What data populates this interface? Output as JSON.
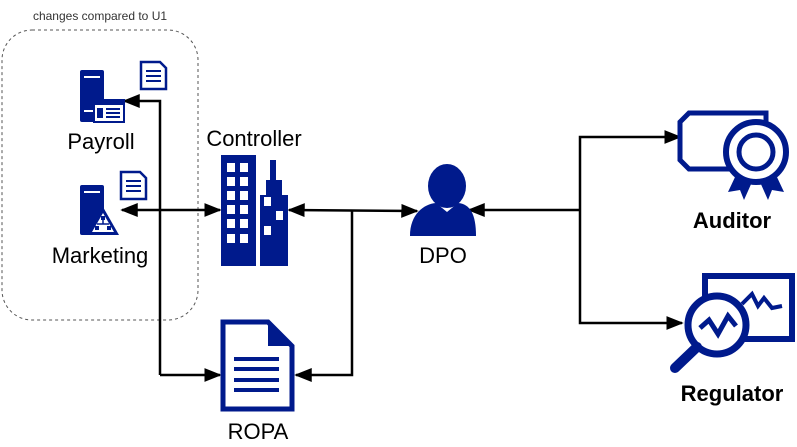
{
  "group_note": "changes compared to U1",
  "labels": {
    "payroll": "Payroll",
    "marketing": "Marketing",
    "controller": "Controller",
    "ropa": "ROPA",
    "dpo": "DPO",
    "auditor": "Auditor",
    "regulator": "Regulator"
  },
  "icons": {
    "payroll": "server-icon",
    "marketing": "server-icon",
    "controller": "building-icon",
    "ropa": "document-icon",
    "dpo": "person-icon",
    "auditor": "certificate-icon",
    "regulator": "magnifier-chart-icon",
    "change_marker": "document-icon"
  },
  "colors": {
    "icon": "#001a8c",
    "line": "#000000"
  }
}
